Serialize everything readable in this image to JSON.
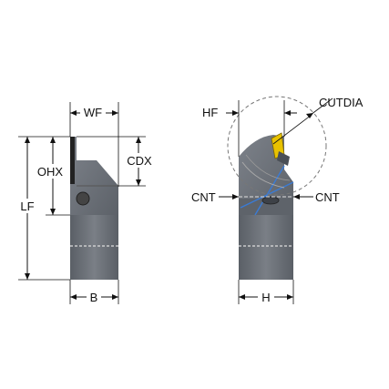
{
  "labels": {
    "wf": "WF",
    "cdx": "CDX",
    "ohx": "OHX",
    "lf": "LF",
    "b": "B",
    "hf": "HF",
    "cutdia": "CUTDIA",
    "cnt_left": "CNT",
    "cnt_right": "CNT",
    "h": "H"
  },
  "colors": {
    "shank": "#6b7078",
    "shank_light": "#8a8f96",
    "shank_dark": "#4e535a",
    "insert": "#e8c200",
    "blue_line": "#3a7bd5",
    "dim_line": "#111111"
  }
}
